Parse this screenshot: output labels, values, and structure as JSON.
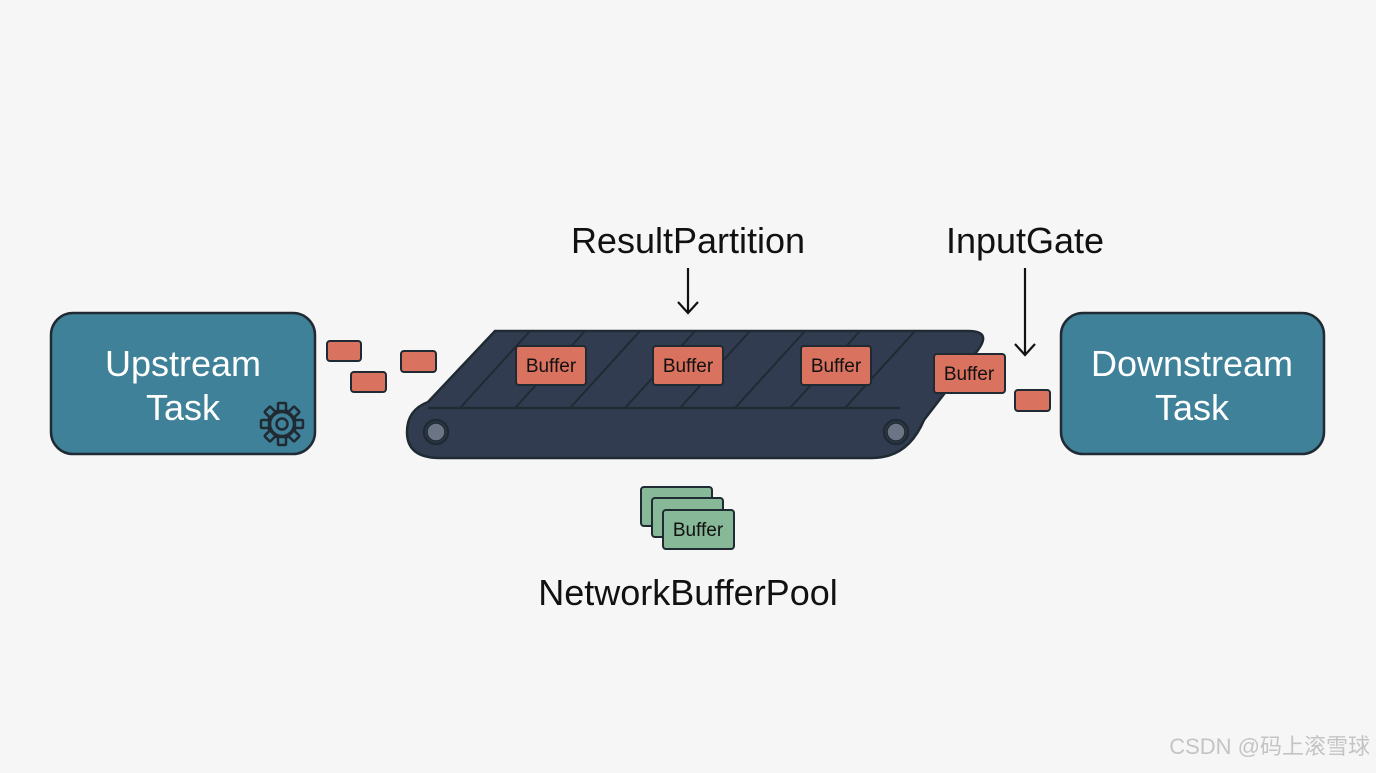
{
  "diagram": {
    "upstream_task": {
      "line1": "Upstream",
      "line2": "Task",
      "icon": "gear-icon"
    },
    "downstream_task": {
      "line1": "Downstream",
      "line2": "Task"
    },
    "result_partition": {
      "label": "ResultPartition"
    },
    "input_gate": {
      "label": "InputGate"
    },
    "conveyor_buffers": [
      "Buffer",
      "Buffer",
      "Buffer"
    ],
    "exiting_buffer": "Buffer",
    "network_buffer_pool": {
      "label": "NetworkBufferPool",
      "stack_label": "Buffer"
    }
  },
  "watermark": "CSDN @码上滚雪球",
  "colors": {
    "task_fill": "#40819a",
    "conveyor_fill": "#323c50",
    "buffer_fill": "#d9725f",
    "pool_fill": "#87b897",
    "background": "#f6f6f6"
  }
}
